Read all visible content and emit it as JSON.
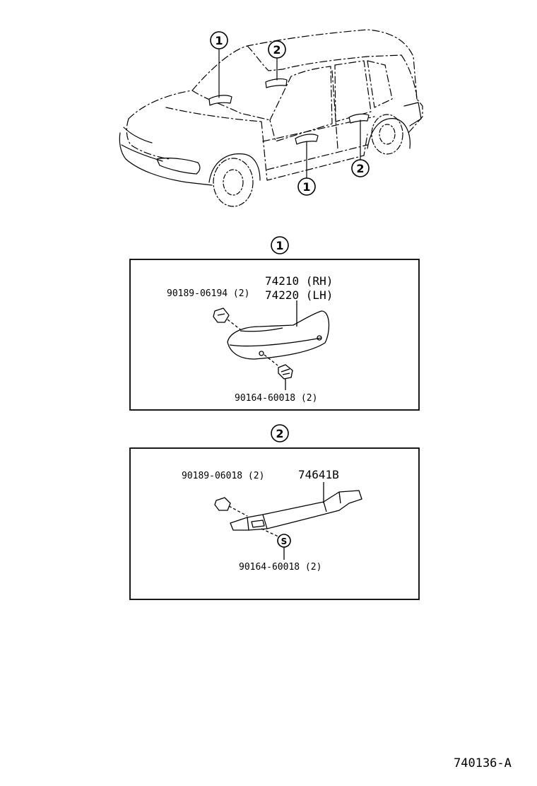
{
  "markers": {
    "one": "1",
    "two": "2"
  },
  "section1": {
    "part_rh": "74210 (RH)",
    "part_lh": "74220 (LH)",
    "clip": "90189-06194 (2)",
    "screw": "90164-60018 (2)"
  },
  "section2": {
    "part": "74641B",
    "clip": "90189-06018 (2)",
    "screw": "90164-60018 (2)",
    "screw_symbol": "S"
  },
  "diagram_code": "740136-A"
}
